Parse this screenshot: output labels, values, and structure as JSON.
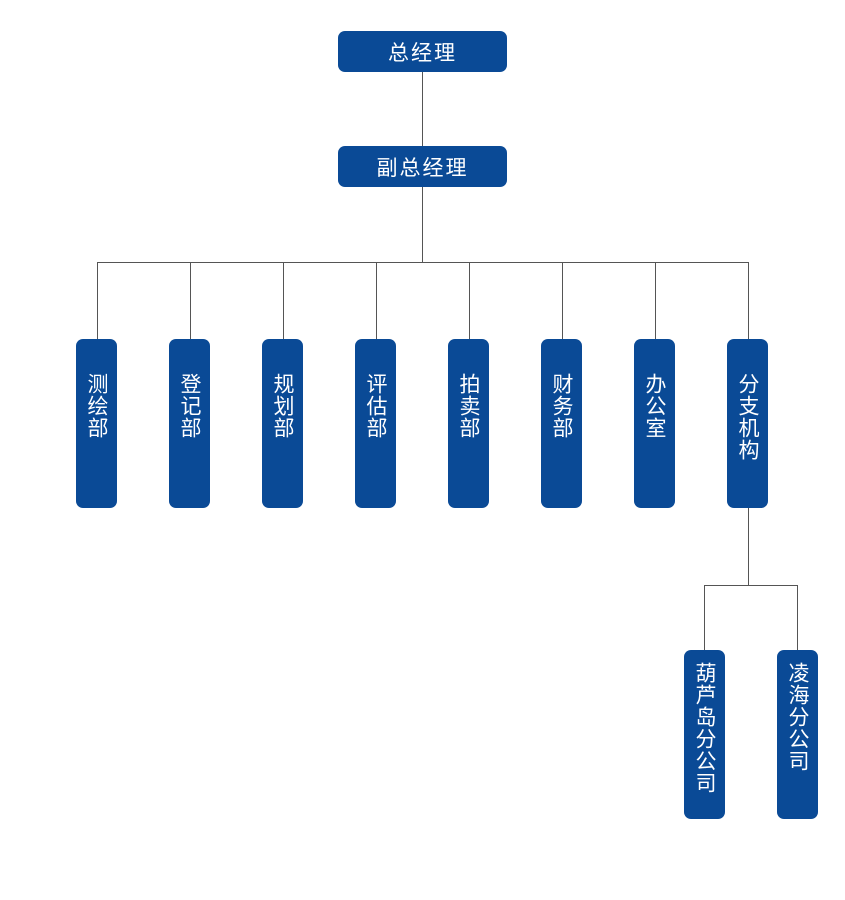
{
  "top": {
    "label": "总经理"
  },
  "deputy": {
    "label": "副总经理"
  },
  "departments": [
    {
      "label": "测绘部"
    },
    {
      "label": "登记部"
    },
    {
      "label": "规划部"
    },
    {
      "label": "评估部"
    },
    {
      "label": "拍卖部"
    },
    {
      "label": "财务部"
    },
    {
      "label": "办公室"
    },
    {
      "label": "分支机构"
    }
  ],
  "branches": [
    {
      "label": "葫芦岛分公司"
    },
    {
      "label": "凌海分公司"
    }
  ],
  "colors": {
    "box": "#0a4a96",
    "text": "#ffffff",
    "line": "#555555"
  }
}
